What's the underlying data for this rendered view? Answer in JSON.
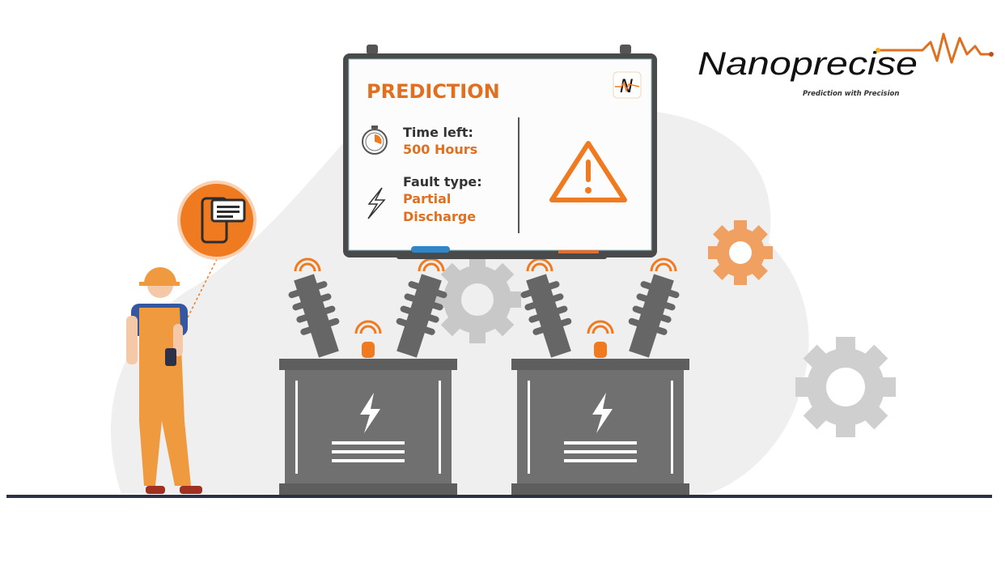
{
  "board": {
    "title": "PREDICTION",
    "time_label": "Time left:",
    "time_value": "500 Hours",
    "fault_label": "Fault type:",
    "fault_value_line1": "Partial",
    "fault_value_line2": "Discharge",
    "badge_letter": "N"
  },
  "logo": {
    "name": "Nanoprecise",
    "tagline": "Prediction with Precision"
  },
  "colors": {
    "accent": "#f07a20",
    "gray": "#6b6b6b",
    "blob": "#efefef",
    "ground": "#2d3148"
  }
}
